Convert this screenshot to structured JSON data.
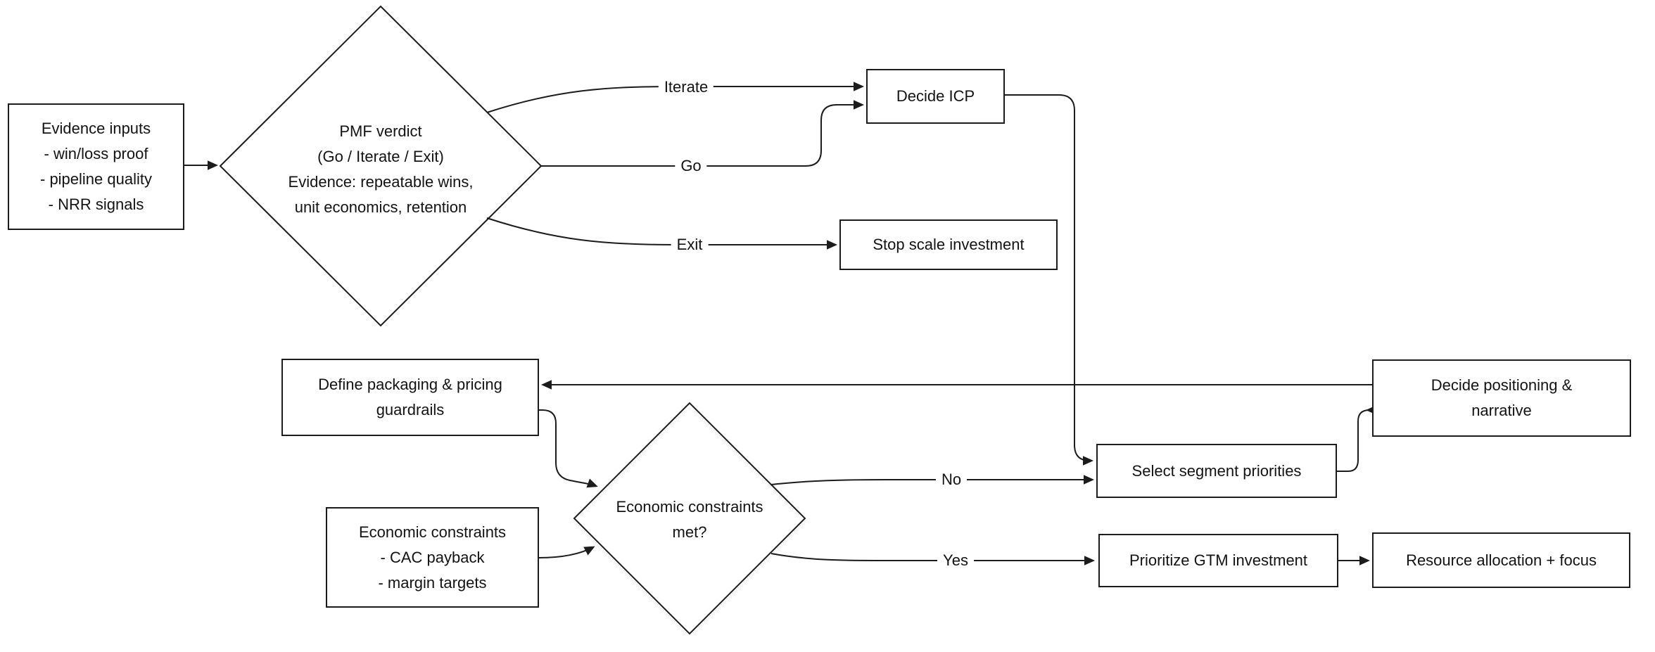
{
  "diagram": {
    "type": "flowchart",
    "colors": {
      "background": "#ffffff",
      "node_fill": "#ffffff",
      "node_border": "#1c1c1c",
      "edge_line": "#1c1c1c",
      "text": "#131313"
    },
    "nodes": {
      "evidence_inputs": {
        "label": "Evidence inputs\n- win/loss proof\n- pipeline quality\n- NRR signals",
        "shape": "rect"
      },
      "pmf_verdict": {
        "label": "PMF verdict\n(Go / Iterate / Exit)\nEvidence: repeatable wins,\nunit economics, retention",
        "shape": "diamond"
      },
      "decide_icp": {
        "label": "Decide ICP",
        "shape": "rect"
      },
      "stop_scale_investment": {
        "label": "Stop scale investment",
        "shape": "rect"
      },
      "define_packaging": {
        "label": "Define packaging & pricing\nguardrails",
        "shape": "rect"
      },
      "economic_constraints_met": {
        "label": "Economic constraints\nmet?",
        "shape": "diamond"
      },
      "economic_constraints": {
        "label": "Economic constraints\n- CAC payback\n- margin targets",
        "shape": "rect"
      },
      "select_segment_priorities": {
        "label": "Select segment priorities",
        "shape": "rect"
      },
      "decide_positioning": {
        "label": "Decide positioning &\nnarrative",
        "shape": "rect"
      },
      "prioritize_gtm": {
        "label": "Prioritize GTM investment",
        "shape": "rect"
      },
      "resource_allocation": {
        "label": "Resource allocation + focus",
        "shape": "rect"
      }
    },
    "edge_labels": {
      "iterate": "Iterate",
      "go": "Go",
      "exit": "Exit",
      "no": "No",
      "yes": "Yes"
    }
  }
}
